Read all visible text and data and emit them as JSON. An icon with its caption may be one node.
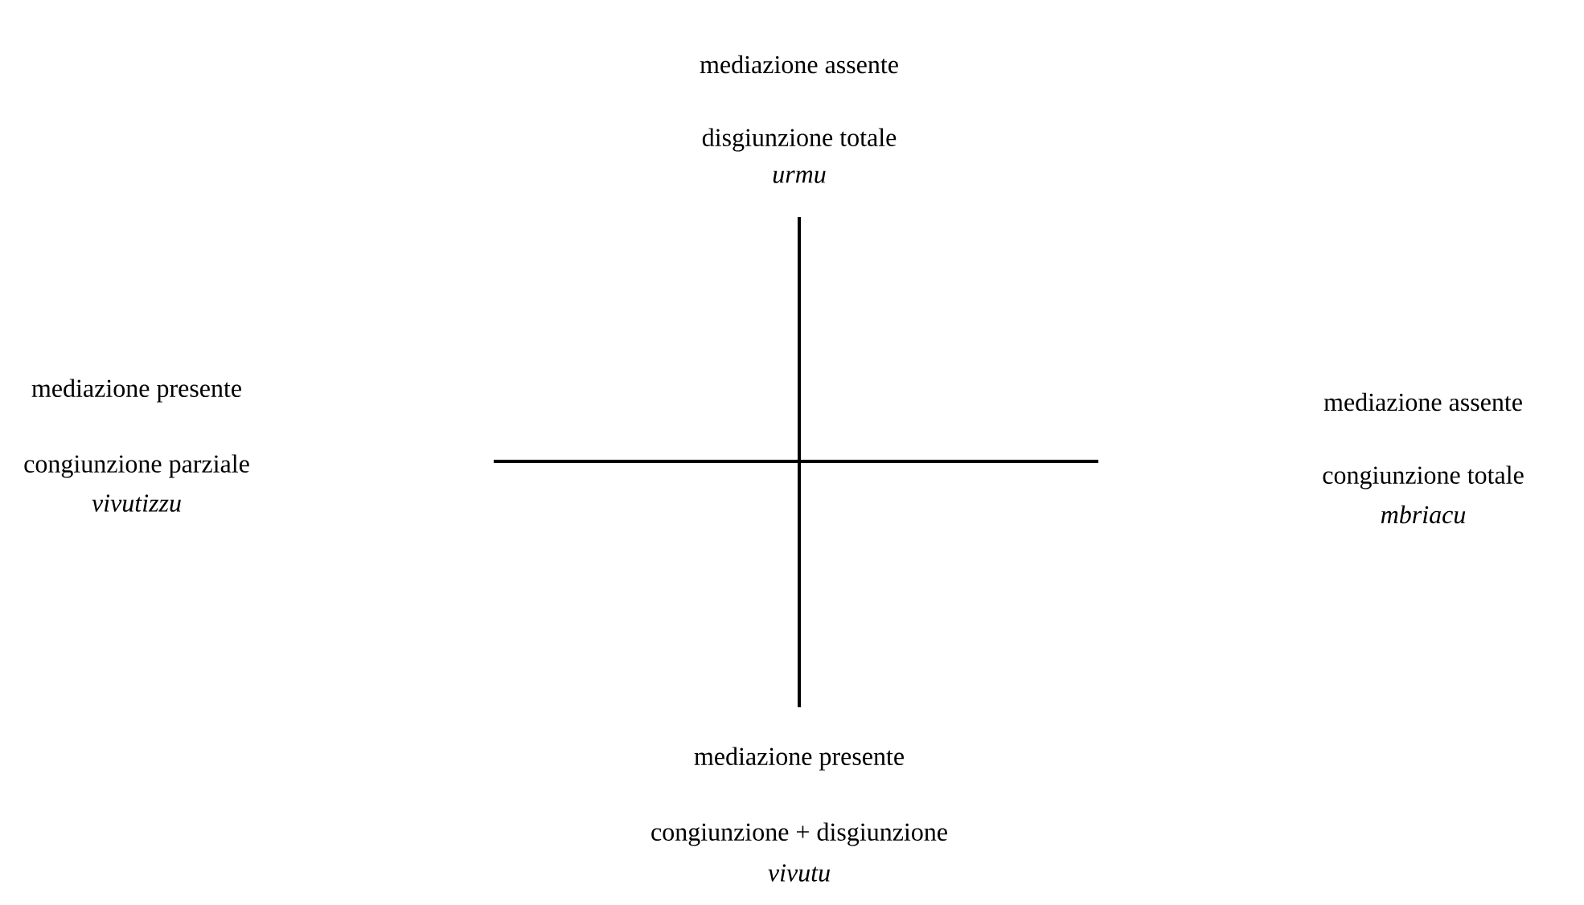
{
  "diagram": {
    "labels": [
      "mediazione assente",
      "disgiunzione totale",
      "urmu",
      "mediazione presente",
      "congiunzione parziale",
      "vivutizzu",
      "mediazione assente",
      "congiunzione totale",
      "mbriacu",
      "mediazione presente",
      "congiunzione + disgiunzione",
      "vivutu"
    ]
  }
}
